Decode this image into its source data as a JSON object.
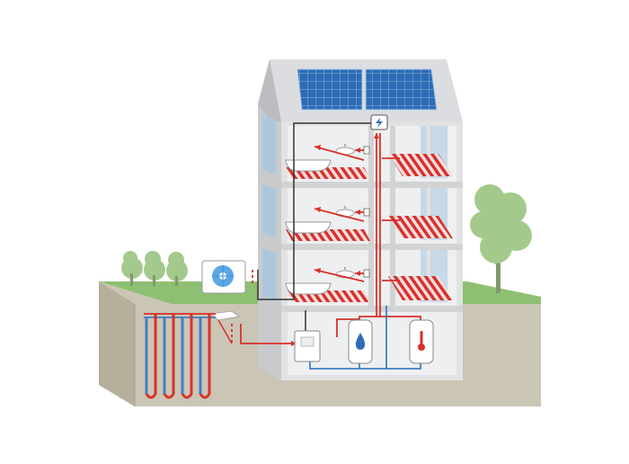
{
  "diagram": {
    "components": [
      {
        "id": "solar-panels",
        "icon": "solar-panel-icon"
      },
      {
        "id": "inverter",
        "icon": "lightning-icon"
      },
      {
        "id": "air-heat-pump",
        "icon": "fan-icon"
      },
      {
        "id": "ground-probes",
        "icon": "geothermal-probe-icon"
      },
      {
        "id": "heat-pump-unit",
        "icon": "heat-pump-icon"
      },
      {
        "id": "water-tank",
        "icon": "water-drop-icon"
      },
      {
        "id": "heat-storage",
        "icon": "thermometer-icon"
      },
      {
        "id": "floor-heating",
        "icon": "radiant-floor-icon"
      },
      {
        "id": "bathtub",
        "icon": "bathtub-icon"
      },
      {
        "id": "washbasin",
        "icon": "washbasin-icon"
      },
      {
        "id": "trees",
        "icon": "tree-icon"
      }
    ],
    "floors": 3,
    "ground_probes": 4,
    "colors": {
      "hot_pipe": "#d8312b",
      "cold_pipe": "#3f7fc4",
      "wire": "#333333",
      "wall": "#e1e2e3",
      "wall_shade": "#c9cacc",
      "glass": "#aec7dd",
      "panel": "#2d6cb5",
      "ground": "#cbc5b5",
      "ground_side": "#b6af9c",
      "grass": "#8fbf72",
      "foliage": "#a4c98c"
    }
  }
}
